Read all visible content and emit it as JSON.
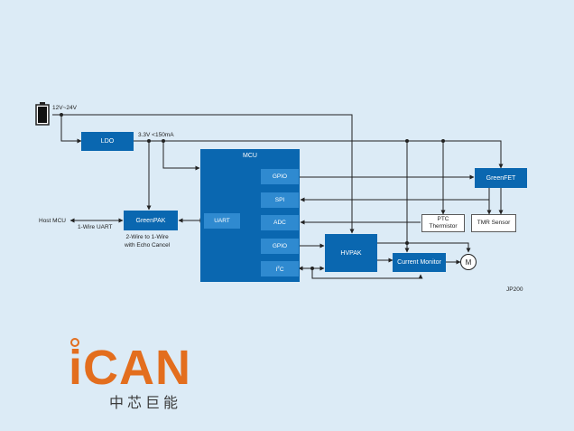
{
  "power": {
    "input_label": "12V~24V",
    "ldo_out_label": "3.3V <150mA"
  },
  "blocks": {
    "ldo": "LDO",
    "mcu": "MCU",
    "greenpak": "GreenPAK",
    "greenfet": "GreenFET",
    "hvpak": "HVPAK",
    "current_monitor": "Current Monitor"
  },
  "mcu_ports": {
    "gpio_top": "GPIO",
    "spi": "SPI",
    "adc": "ADC",
    "gpio_bottom": "GPIO",
    "i2c_main": "I",
    "i2c_sup": "2",
    "i2c_tail": "C",
    "uart": "UART"
  },
  "sensors": {
    "ptc_line1": "PTC",
    "ptc_line2": "Thermistor",
    "tmr": "TMR Sensor"
  },
  "motor": "M",
  "labels": {
    "host_mcu": "Host MCU",
    "one_wire_uart": "1-Wire UART",
    "greenpak_note_line1": "2-Wire to 1-Wire",
    "greenpak_note_line2": "with Echo Cancel",
    "part_code": "JP200"
  },
  "logo": {
    "word": "iCAN",
    "chinese": "中芯巨能"
  },
  "colors": {
    "block": "#0a67b0",
    "port": "#2f8ad0",
    "background": "#dcebf6",
    "logo": "#e36e1e"
  }
}
